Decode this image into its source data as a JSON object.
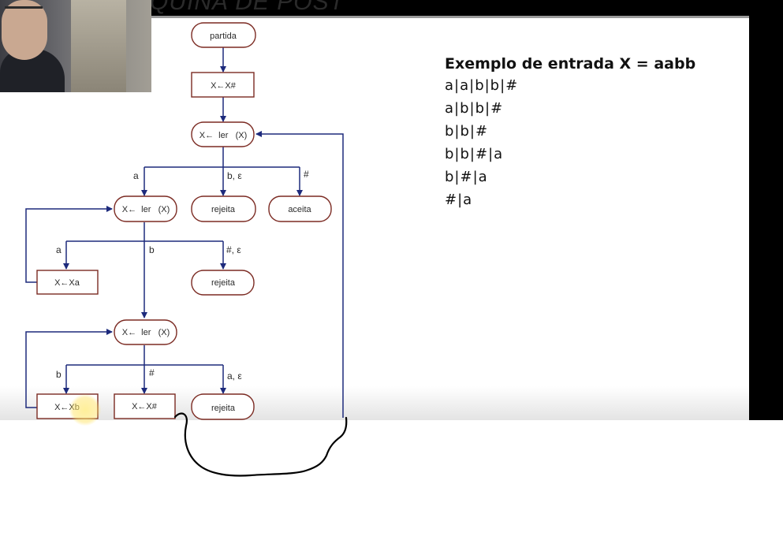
{
  "slide_title": "QUINA DE POST",
  "flowchart": {
    "start": "partida",
    "init": "X←X#",
    "read1": "X←  ler   (X)",
    "read2": "X←  ler   (X)",
    "read3": "X←  ler   (X)",
    "reject1": "rejeita",
    "accept": "aceita",
    "append_a": "X←Xa",
    "reject2": "rejeita",
    "append_b": "X←Xb",
    "append_hash": "X←X#",
    "reject3": "rejeita",
    "edge_labels": {
      "r1_a": "a",
      "r1_b_eps": "b, ε",
      "r1_hash": "#",
      "r2_a": "a",
      "r2_b": "b",
      "r2_hash_eps": "#, ε",
      "r3_b": "b",
      "r3_hash": "#",
      "r3_a_eps": "a, ε"
    }
  },
  "example": {
    "title": "Exemplo de entrada X = aabb",
    "lines": [
      "a|a|b|b|#",
      "a|b|b|#",
      "b|b|#",
      "b|b|#|a",
      "b|#|a",
      "#|a"
    ]
  },
  "colors": {
    "node_border": "#7b2a22",
    "arrow": "#1d2a7c",
    "annotation_ink": "#000000"
  }
}
